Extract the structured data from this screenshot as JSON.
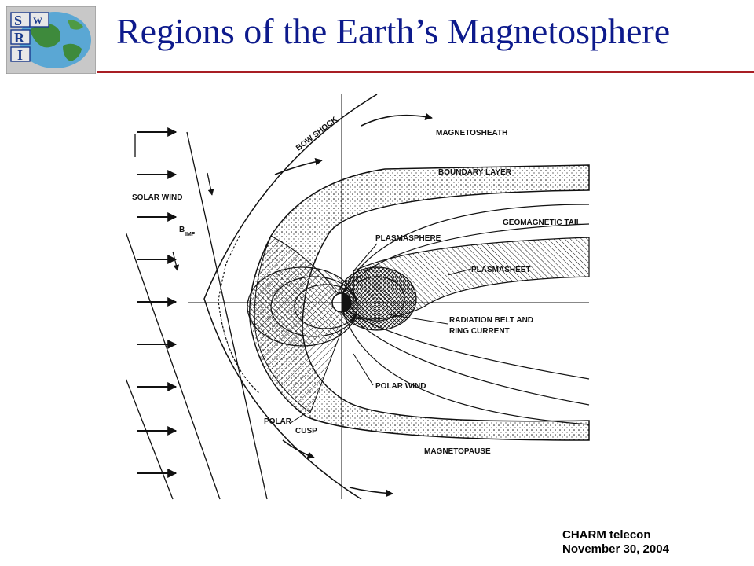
{
  "header": {
    "title": "Regions of the Earth’s Magnetosphere",
    "logo": {
      "icon": "swri-globe-logo",
      "letters": [
        "S",
        "W",
        "R",
        "I"
      ]
    },
    "accent_color": "#a81e24",
    "title_color": "#0d1a8c"
  },
  "diagram": {
    "labels": {
      "bow_shock": "BOW SHOCK",
      "magnetosheath": "MAGNETOSHEATH",
      "boundary_layer": "BOUNDARY LAYER",
      "solar_wind": "SOLAR WIND",
      "b_imf_main": "B",
      "b_imf_sub": "IMF",
      "geomagnetic_tail": "GEOMAGNETIC TAIL",
      "plasmasphere": "PLASMASPHERE",
      "plasmasheet": "PLASMASHEET",
      "radiation_belt_1": "RADIATION BELT AND",
      "radiation_belt_2": "RING CURRENT",
      "polar_wind": "POLAR WIND",
      "polar": "POLAR",
      "cusp": "CUSP",
      "magnetopause": "MAGNETOPAUSE"
    }
  },
  "footer": {
    "line1": "CHARM telecon",
    "line2": "November 30, 2004"
  }
}
